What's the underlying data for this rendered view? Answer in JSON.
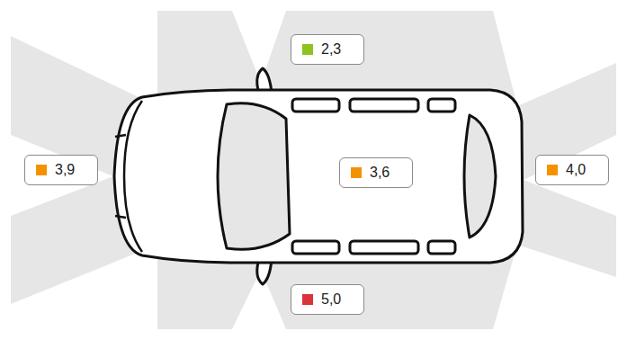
{
  "diagram": {
    "nodes": [
      {
        "text": [
          "2,3"
        ]
      },
      {
        "text": [
          "3,9"
        ]
      },
      {
        "text": [
          "3,6"
        ]
      },
      {
        "text": [
          "4,0"
        ]
      },
      {
        "text": [
          "5,0"
        ]
      }
    ]
  }
}
